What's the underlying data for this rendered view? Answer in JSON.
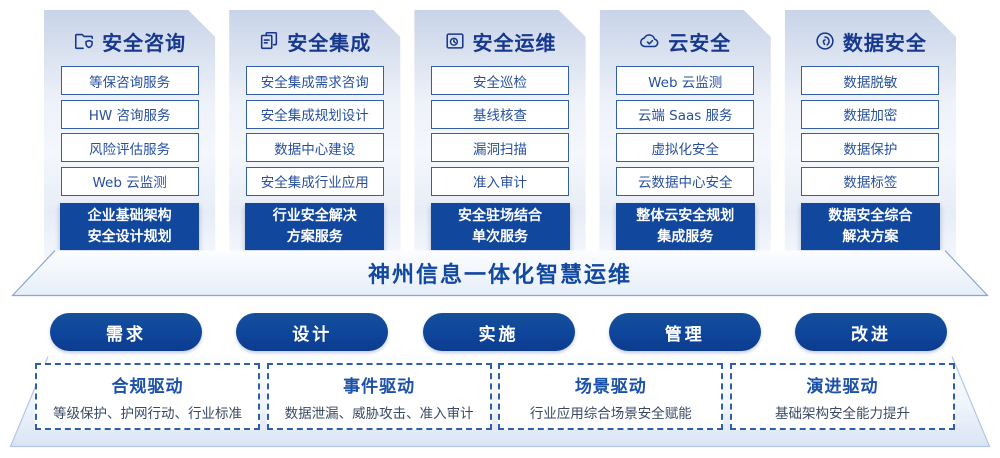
{
  "colors": {
    "accent_blue": "#12479e",
    "navy_text": "#16388e",
    "item_border": "#355ea9",
    "driver_title": "#1b51a8",
    "driver_desc": "#3a4a66",
    "platform_edge": "#9db7de"
  },
  "columns": [
    {
      "icon": "folder-shield-icon",
      "title": "安全咨询",
      "items": [
        "等保咨询服务",
        "HW 咨询服务",
        "风险评估服务",
        "Web 云监测"
      ],
      "highlight": [
        "企业基础架构",
        "安全设计规划"
      ]
    },
    {
      "icon": "documents-icon",
      "title": "安全集成",
      "items": [
        "安全集成需求咨询",
        "安全集成规划设计",
        "数据中心建设",
        "安全集成行业应用"
      ],
      "highlight": [
        "行业安全解决",
        "方案服务"
      ]
    },
    {
      "icon": "monitor-clock-icon",
      "title": "安全运维",
      "items": [
        "安全巡检",
        "基线核查",
        "漏洞扫描",
        "准入审计"
      ],
      "highlight": [
        "安全驻场结合",
        "单次服务"
      ]
    },
    {
      "icon": "cloud-check-icon",
      "title": "云安全",
      "items": [
        "Web 云监测",
        "云端 Saas 服务",
        "虚拟化安全",
        "云数据中心安全"
      ],
      "highlight": [
        "整体云安全规划",
        "集成服务"
      ]
    },
    {
      "icon": "fingerprint-icon",
      "title": "数据安全",
      "items": [
        "数据脱敏",
        "数据加密",
        "数据保护",
        "数据标签"
      ],
      "highlight": [
        "数据安全综合",
        "解决方案"
      ]
    }
  ],
  "banner": {
    "title": "神州信息一体化智慧运维"
  },
  "process_pills": [
    "需求",
    "设计",
    "实施",
    "管理",
    "改进"
  ],
  "drivers": [
    {
      "title": "合规驱动",
      "desc": "等级保护、护网行动、行业标准"
    },
    {
      "title": "事件驱动",
      "desc": "数据泄漏、威胁攻击、准入审计"
    },
    {
      "title": "场景驱动",
      "desc": "行业应用综合场景安全赋能"
    },
    {
      "title": "演进驱动",
      "desc": "基础架构安全能力提升"
    }
  ]
}
